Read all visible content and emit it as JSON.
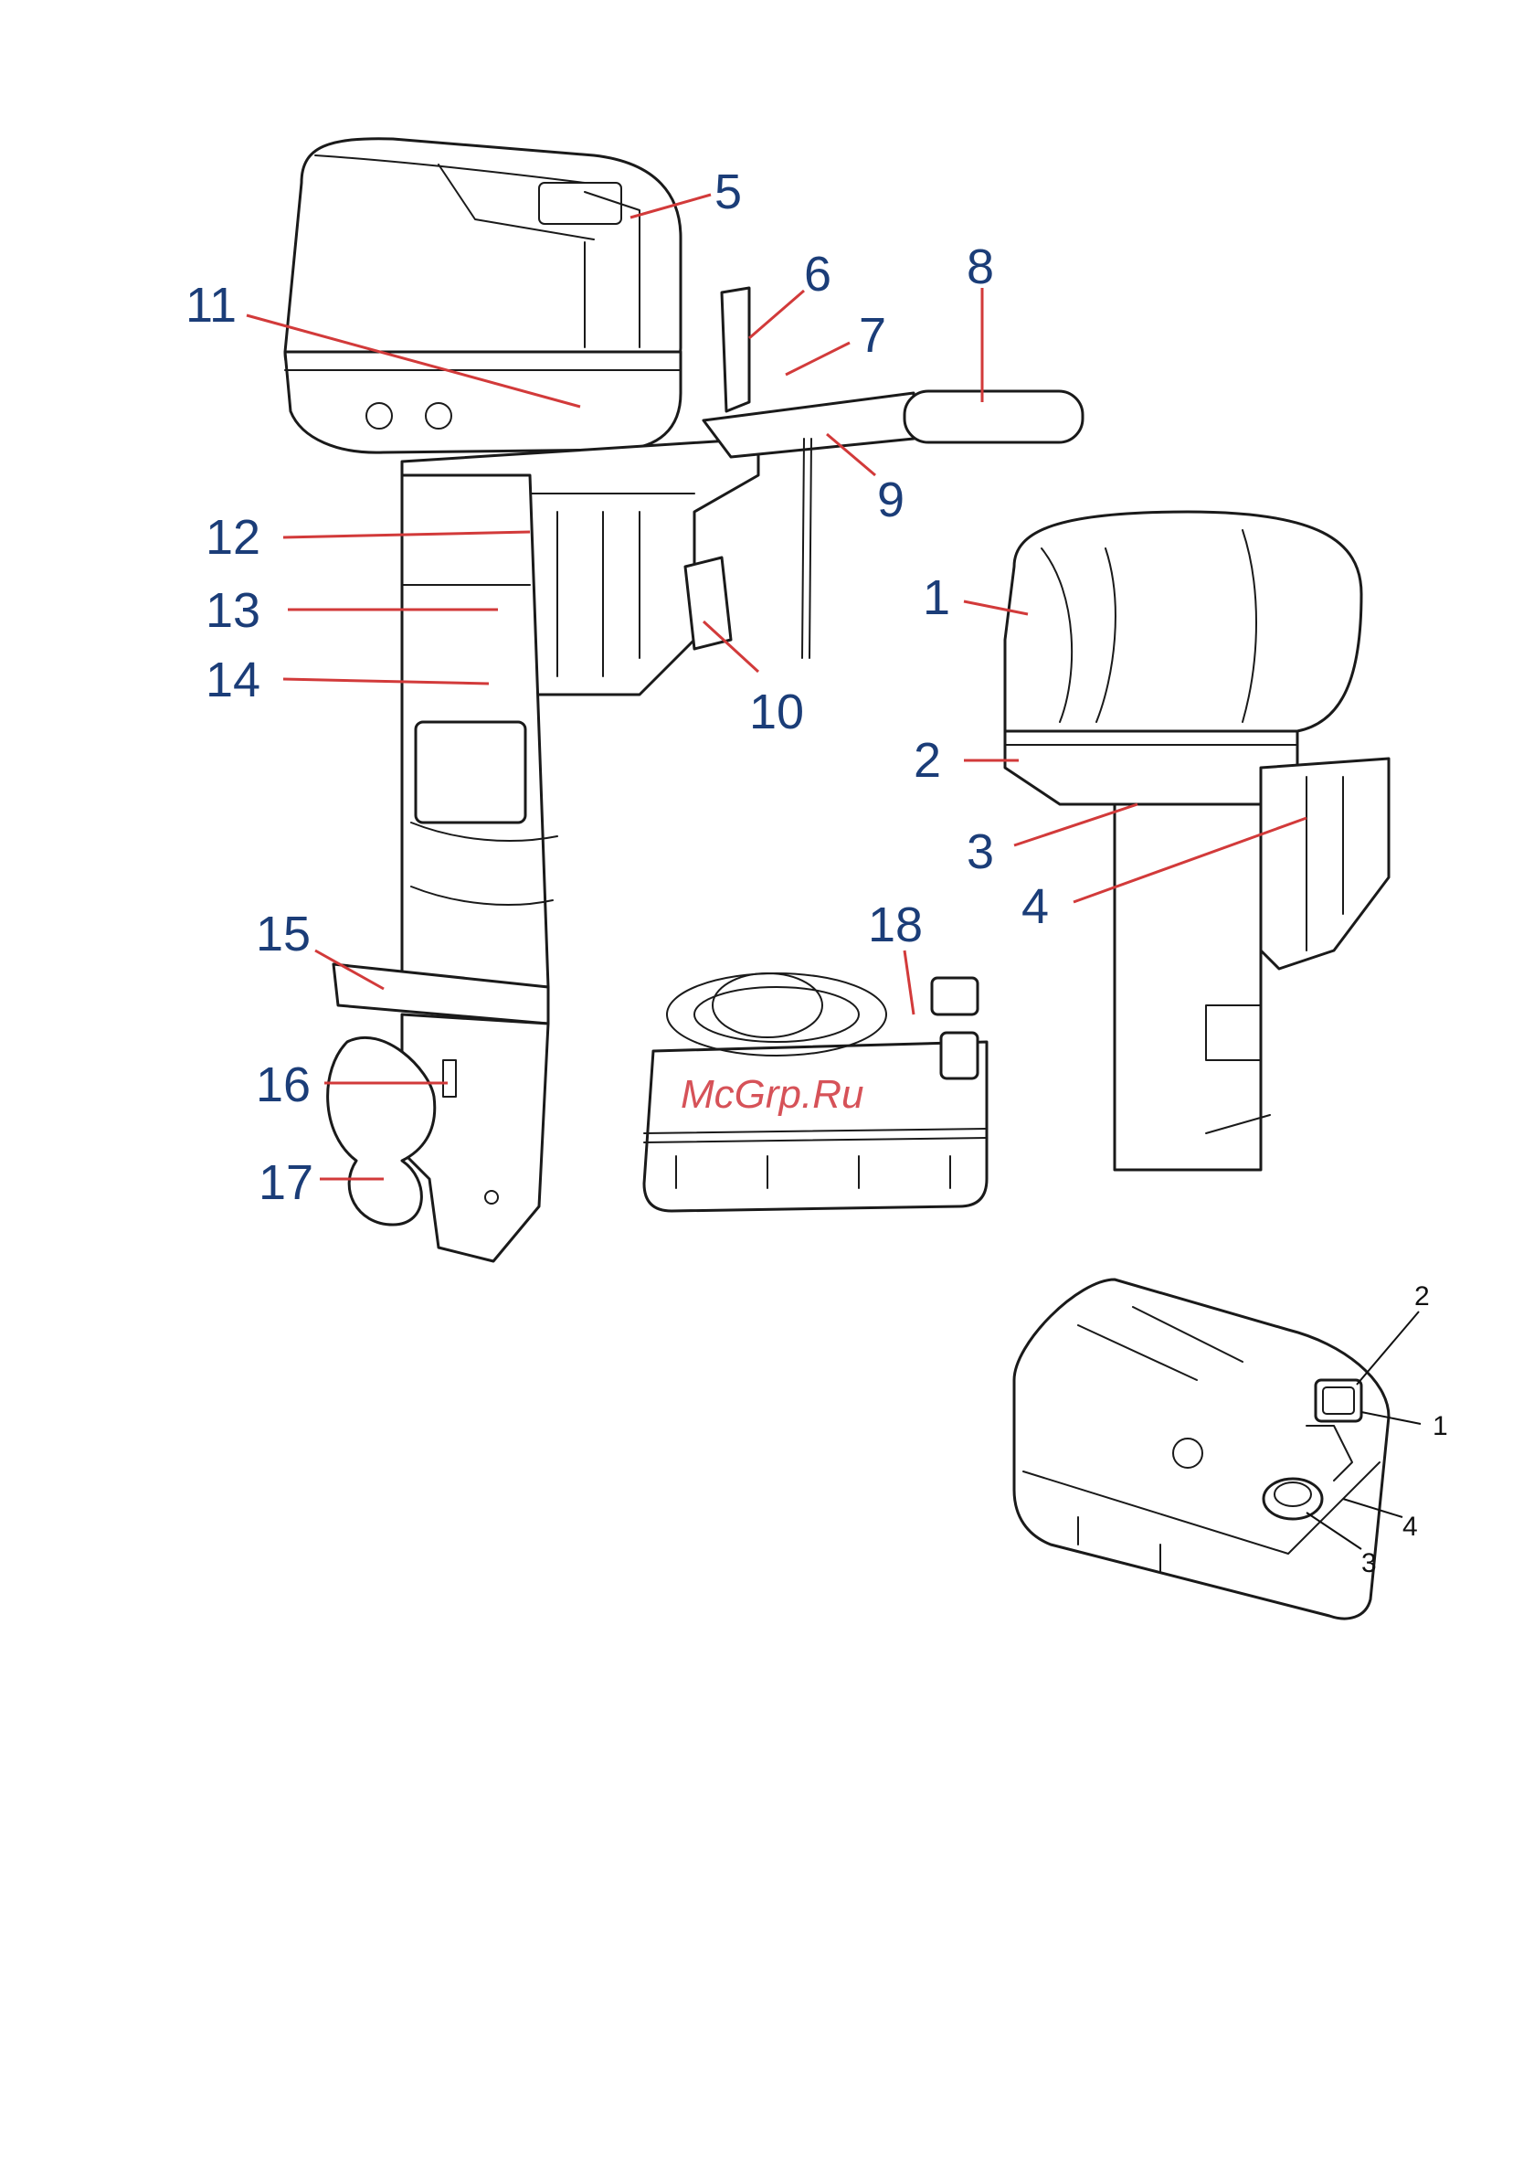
{
  "watermark": "McGrp.Ru",
  "main_callouts": [
    {
      "id": "1",
      "text": "1"
    },
    {
      "id": "2",
      "text": "2"
    },
    {
      "id": "3",
      "text": "3"
    },
    {
      "id": "4",
      "text": "4"
    },
    {
      "id": "5",
      "text": "5"
    },
    {
      "id": "6",
      "text": "6"
    },
    {
      "id": "7",
      "text": "7"
    },
    {
      "id": "8",
      "text": "8"
    },
    {
      "id": "9",
      "text": "9"
    },
    {
      "id": "10",
      "text": "10"
    },
    {
      "id": "11",
      "text": "11"
    },
    {
      "id": "12",
      "text": "12"
    },
    {
      "id": "13",
      "text": "13"
    },
    {
      "id": "14",
      "text": "14"
    },
    {
      "id": "15",
      "text": "15"
    },
    {
      "id": "16",
      "text": "16"
    },
    {
      "id": "17",
      "text": "17"
    },
    {
      "id": "18",
      "text": "18"
    }
  ],
  "tank_callouts": [
    {
      "id": "1",
      "text": "1"
    },
    {
      "id": "2",
      "text": "2"
    },
    {
      "id": "3",
      "text": "3"
    },
    {
      "id": "4",
      "text": "4"
    }
  ],
  "colors": {
    "label": "#1b3d78",
    "leader": "#d23a3a",
    "watermark": "#d0343b",
    "ink": "#1a1a1a"
  }
}
